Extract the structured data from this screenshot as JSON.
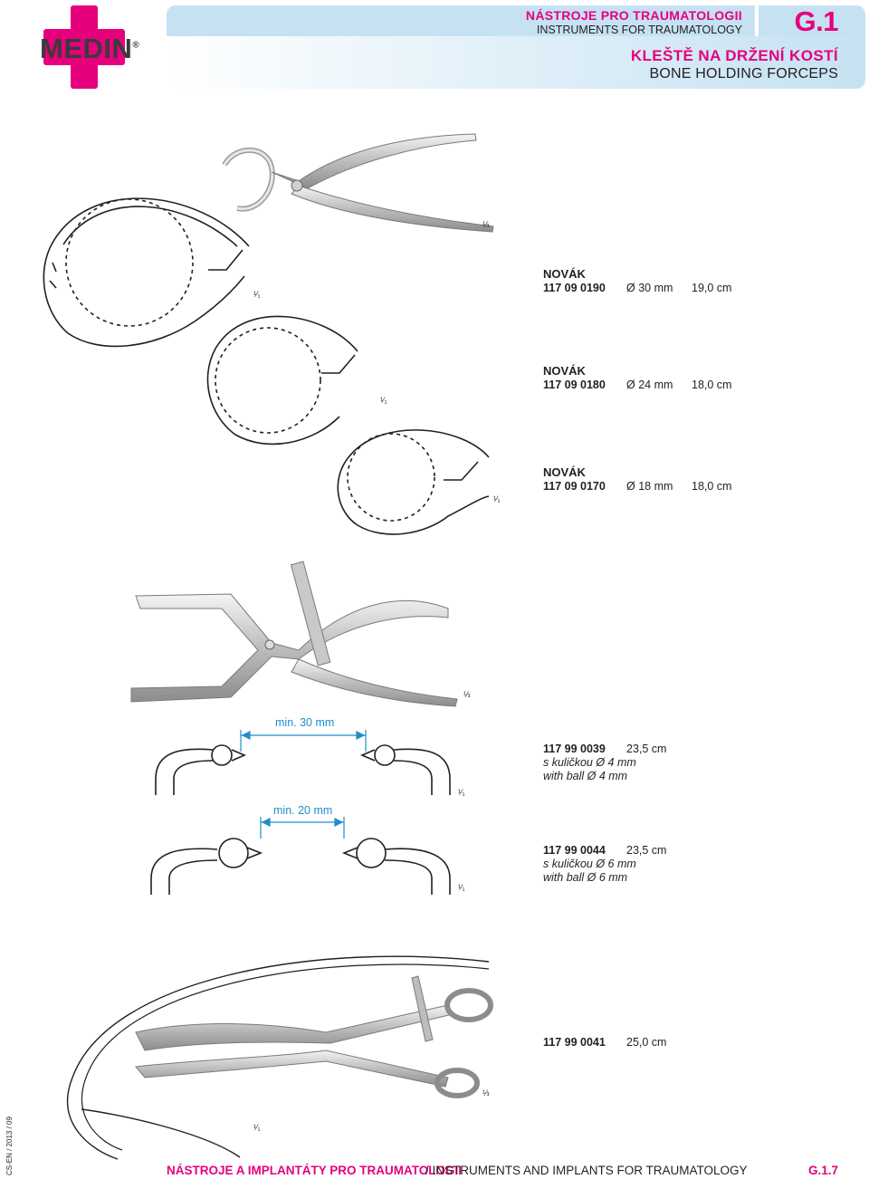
{
  "brand": {
    "logo_text": "MEDIN",
    "logo_mark": "®",
    "accent": "#e6007e",
    "header_bg": "#c6e2f2",
    "dim_color": "#1f8ec9"
  },
  "header": {
    "category_cz": "NÁSTROJE PRO TRAUMATOLOGII",
    "category_en": "INSTRUMENTS FOR TRAUMATOLOGY",
    "section": "G.1",
    "title_cz": "KLEŠTĚ NA DRŽENÍ KOSTÍ",
    "title_en": "BONE HOLDING FORCEPS"
  },
  "products": [
    {
      "name": "NOVÁK",
      "code": "117 09 0190",
      "diameter": "Ø 30 mm",
      "length": "19,0 cm"
    },
    {
      "name": "NOVÁK",
      "code": "117 09 0180",
      "diameter": "Ø 24 mm",
      "length": "18,0 cm"
    },
    {
      "name": "NOVÁK",
      "code": "117 09 0170",
      "diameter": "Ø 18 mm",
      "length": "18,0 cm"
    },
    {
      "code": "117 99 0039",
      "length": "23,5 cm",
      "note_cz": "s kuličkou Ø 4 mm",
      "note_en": "with ball Ø 4 mm",
      "min_opening": "min. 30 mm"
    },
    {
      "code": "117 99 0044",
      "length": "23,5 cm",
      "note_cz": "s kuličkou Ø 6 mm",
      "note_en": "with ball Ø 6 mm",
      "min_opening": "min. 20 mm"
    },
    {
      "code": "117 99 0041",
      "length": "25,0 cm"
    }
  ],
  "scales": {
    "third": "⅓",
    "one": "¹⁄₁"
  },
  "footer": {
    "left_cz": "NÁSTROJE A IMPLANTÁTY PRO TRAUMATOLOGII",
    "separator_en": "/  INSTRUMENTS AND IMPLANTS FOR TRAUMATOLOGY",
    "page": "G.1.7",
    "side_code": "CS-EN / 2013 / 09"
  }
}
